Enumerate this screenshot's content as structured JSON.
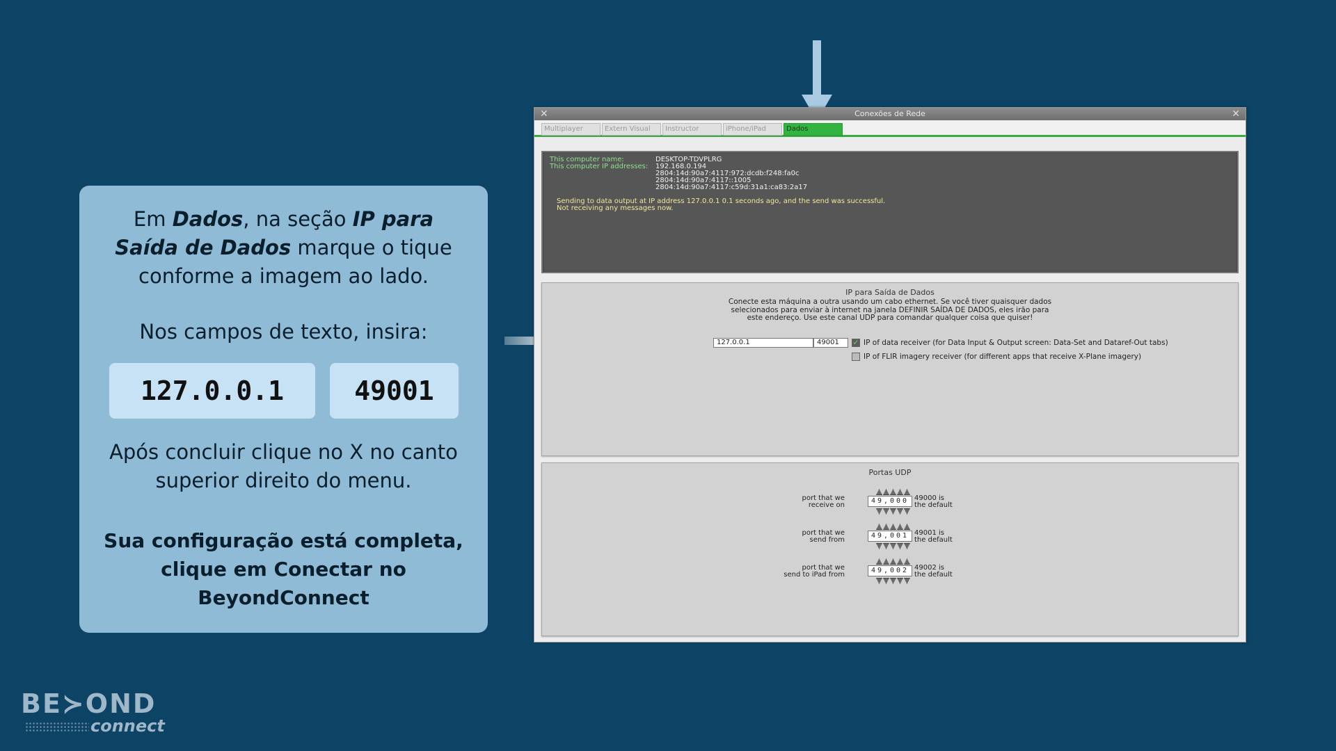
{
  "card": {
    "p1": [
      {
        "t": "Em ",
        "s": ""
      },
      {
        "t": "Dados",
        "s": "bi"
      },
      {
        "t": ", na seção ",
        "s": ""
      },
      {
        "t": "IP para Saída de Dados",
        "s": "bi"
      },
      {
        "t": " marque o tique conforme a imagem ao lado.",
        "s": ""
      }
    ],
    "p2": "Nos campos de texto, insira:",
    "ip_value": "127.0.0.1",
    "port_value": "49001",
    "p3": "Após concluir clique no X no canto superior direito do menu.",
    "p4": "Sua configuração está completa, clique em Conectar no BeyondConnect"
  },
  "logo": {
    "word1": "BE≻OND",
    "word2": "connect"
  },
  "window": {
    "title": "Conexões de Rede",
    "close_left": "✕",
    "close_right": "✕",
    "tabs": [
      {
        "label": "Multiplayer",
        "active": false
      },
      {
        "label": "Extern Visual",
        "active": false
      },
      {
        "label": "Instructor",
        "active": false
      },
      {
        "label": "iPhone/iPad",
        "active": false
      },
      {
        "label": "Dados",
        "active": true
      }
    ],
    "info": {
      "name_label": "This computer name:",
      "name_value": "DESKTOP-TDVPLRG",
      "ip_label": "This computer IP addresses:",
      "ips": [
        "192.168.0.194",
        "2804:14d:90a7:4117:972:dcdb:f248:fa0c",
        "2804:14d:90a7:4117::1005",
        "2804:14d:90a7:4117:c59d:31a1:ca83:2a17"
      ],
      "msg1": "Sending to  data output at IP address 127.0.0.1  0.1 seconds ago,  and the send was successful.",
      "msg2": "Not receiving any messages now."
    },
    "ip_panel": {
      "title": "IP para Saída de Dados",
      "desc": "Conecte esta máquina a outra usando um cabo ethernet. Se você tiver quaisquer dados selecionados para enviar à internet na janela DEFINIR SAÍDA DE DADOS, eles irão para este endereço.  Use este canal UDP para comandar qualquer coisa que quiser!",
      "ip_field": "127.0.0.1",
      "port_field": "49001",
      "check1_mark": "✓",
      "check1_label": "IP of data receiver (for Data Input & Output screen: Data-Set and Dataref-Out tabs)",
      "check1_on": true,
      "check2_label": "IP of FLIR imagery receiver (for different apps that receive X-Plane imagery)",
      "check2_on": false
    },
    "udp_panel": {
      "title": "Portas UDP",
      "rows": [
        {
          "left1": "port that we",
          "left2": "receive on",
          "value": "49,000",
          "right1": "49000 is",
          "right2": "the default"
        },
        {
          "left1": "port that we",
          "left2": "send from",
          "value": "49,001",
          "right1": "49001 is",
          "right2": "the default"
        },
        {
          "left1": "port that we",
          "left2": "send to iPad from",
          "value": "49,002",
          "right1": "49002 is",
          "right2": "the default"
        }
      ]
    }
  }
}
